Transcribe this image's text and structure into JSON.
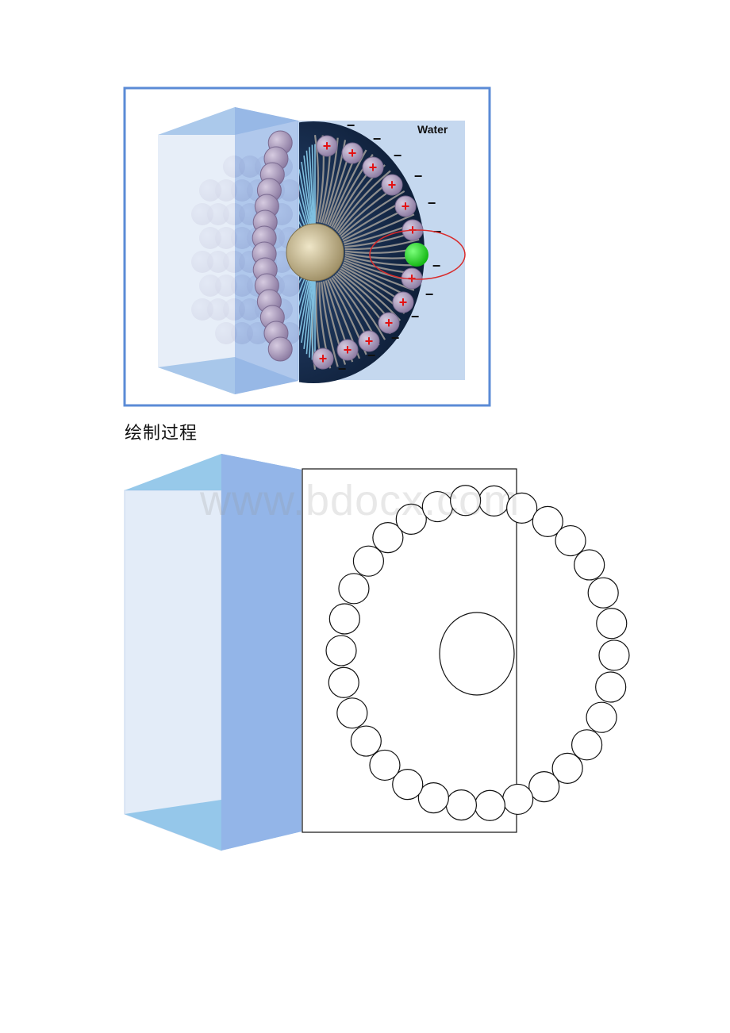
{
  "figure1": {
    "water_label": "Water",
    "plus_sign": "+",
    "minus_sign": "−"
  },
  "caption": "绘制过程",
  "watermark": "www.bdocx.com",
  "colors": {
    "frame": "#5b8bd6",
    "water": "#c5d8ef",
    "micelle_core": "#152847",
    "head": "#a596b6",
    "plus": "#e31212",
    "green_ion": "#22d022",
    "highlight_ellipse": "#d92b2b",
    "prism_side": "#8eb1e4",
    "prism_front": "#dde8f6"
  }
}
